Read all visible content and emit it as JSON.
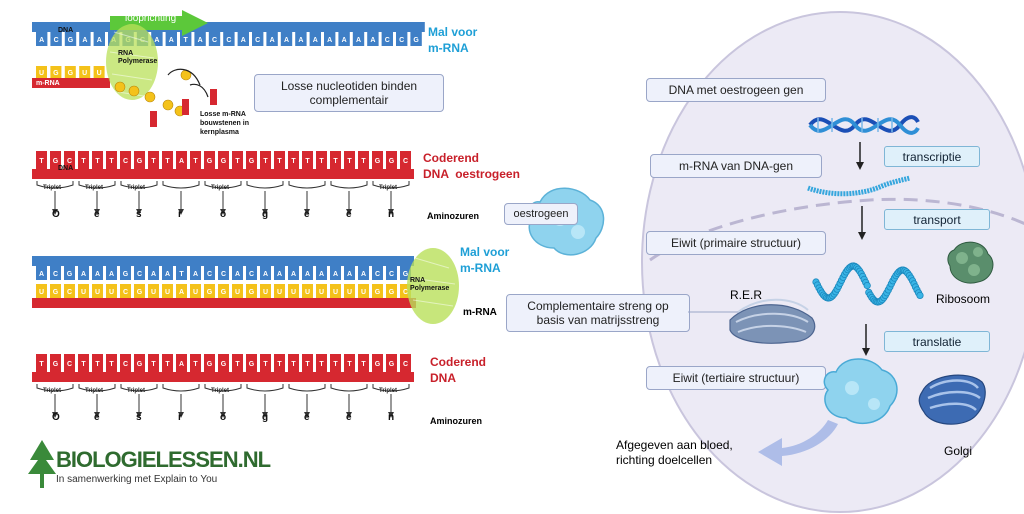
{
  "left": {
    "top_strand": {
      "dna_tag": "DNA",
      "direction_label": "looprichting",
      "template_label": "Mal voor\nm-RNA",
      "polymerase_label": "RNA\nPolymerase",
      "mrna_tag": "m-RNA",
      "loose_label": "Losse m-RNA\nbouwstenen in\nkernplasma",
      "info_box": "Losse nucleotiden binden\ncomplementair",
      "template_letters": "ACGAAAGCAATACCACAAAAAAAACCG",
      "loose_letters": [
        "U",
        "G",
        "G",
        "U",
        "U"
      ]
    },
    "coding_strand_1": {
      "dna_tag": "DNA",
      "label": "Coderend\nDNA  oestrogeen",
      "letters": "TGCTTTCGTTATGGTGTTTTTTTTGGC",
      "triplet_label": "Triplet",
      "amino_acids": [
        "O",
        "e",
        "s",
        "r",
        "o",
        "g",
        "e",
        "e",
        "n"
      ],
      "amino_label": "Aminozuren"
    },
    "template_strand_2": {
      "label": "Mal voor\nm-RNA",
      "polymerase_label": "RNA\nPolymerase",
      "mrna_label": "m-RNA",
      "template_letters": "ACGAAAGCAATACCACAAAAAAAACCG",
      "mrna_letters": "UGCUUUCGUUAUGGUGUUUUUUUUGGC"
    },
    "coding_strand_2": {
      "label": "Coderend\nDNA",
      "letters": "TGCTTTCGTTATGGTGTTTTTTTTGGC",
      "triplet_label": "Triplet",
      "amino_acids": [
        "O",
        "e",
        "s",
        "r",
        "o",
        "g",
        "e",
        "e",
        "n"
      ],
      "amino_label": "Aminozuren"
    },
    "logo": {
      "title": "BIOLOGIELESSEN.NL",
      "subtitle": "In samenwerking met Explain to You"
    }
  },
  "right": {
    "estrogen_label": "oestrogeen",
    "complement_box": "Complementaire streng op\nbasis van matrijsstreng",
    "boxes": [
      "DNA met oestrogeen gen",
      "m-RNA van DNA-gen",
      "Eiwit (primaire structuur)",
      "Eiwit (tertiaire structuur)"
    ],
    "process_tags": [
      "transcriptie",
      "transport",
      "translatie"
    ],
    "organelles": {
      "rer": "R.E.R",
      "ribosome": "Ribosoom",
      "golgi": "Golgi"
    },
    "release_text": "Afgegeven aan bloed,\nrichting doelcellen"
  },
  "colors": {
    "dna_blue": "#3f7fc6",
    "base_red": "#d62830",
    "mrna_yellow": "#f4c21a",
    "polymerase_green": "#b9e05a",
    "cell_fill": "#eceaf5",
    "cell_border": "#c9c5dd"
  }
}
